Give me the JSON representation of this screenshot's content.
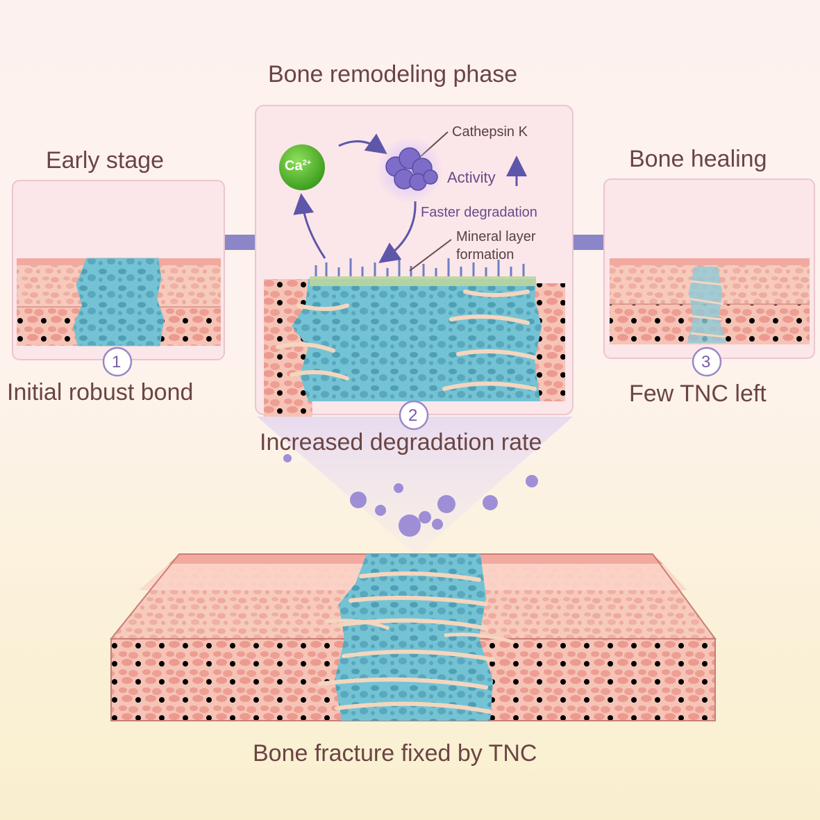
{
  "title": "Bone remodeling phase",
  "stages": {
    "early": {
      "heading": "Early stage",
      "number": "1",
      "caption": "Initial robust bond"
    },
    "remodel": {
      "number": "2",
      "caption": "Increased degradation rate"
    },
    "healing": {
      "heading": "Bone healing",
      "number": "3",
      "caption": "Few TNC left"
    }
  },
  "remodel_labels": {
    "ion": "Ca",
    "ion_charge": "2+",
    "enzyme": "Cathepsin K",
    "activity": "Activity",
    "degradation": "Faster degradation",
    "mineral_line1": "Mineral layer",
    "mineral_line2": "formation"
  },
  "bottom_caption": "Bone fracture fixed by TNC",
  "colors": {
    "bone": "#f4b7a8",
    "bone_pore": "#ef9d92",
    "periosteum": "#fbd9cc",
    "implant": "#6ec3d6",
    "fiber": "#f4d6bf",
    "arrow": "#8b86c8",
    "enzyme": "#8b7ad0",
    "calcium": "#5cbf2a"
  }
}
